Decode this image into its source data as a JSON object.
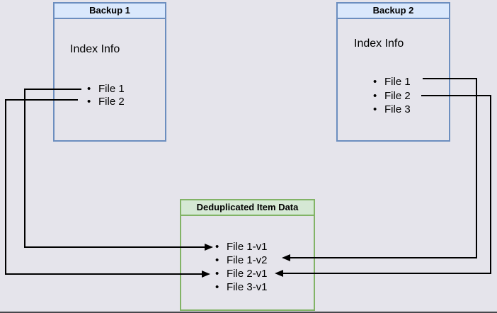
{
  "diagram": {
    "backup1": {
      "title": "Backup 1",
      "body_label": "Index Info",
      "items": [
        "File 1",
        "File 2"
      ]
    },
    "backup2": {
      "title": "Backup 2",
      "body_label": "Index Info",
      "items": [
        "File 1",
        "File 2",
        "File 3"
      ]
    },
    "dedup": {
      "title": "Deduplicated Item Data",
      "items": [
        "File 1-v1",
        "File 1-v2",
        "File 2-v1",
        "File 3-v1"
      ]
    },
    "connections": [
      {
        "from": "Backup 1 / File 1",
        "to": "File 1-v1"
      },
      {
        "from": "Backup 1 / File 2",
        "to": "File 2-v1"
      },
      {
        "from": "Backup 2 / File 1",
        "to": "File 1-v2"
      },
      {
        "from": "Backup 2 / File 2",
        "to": "File 2-v1"
      }
    ],
    "colors": {
      "background": "#e5e4eb",
      "blue_header_fill": "#dae8fc",
      "blue_border": "#6c8ebf",
      "green_header_fill": "#d5e8d4",
      "green_border": "#82b366",
      "connector": "#000000"
    }
  }
}
